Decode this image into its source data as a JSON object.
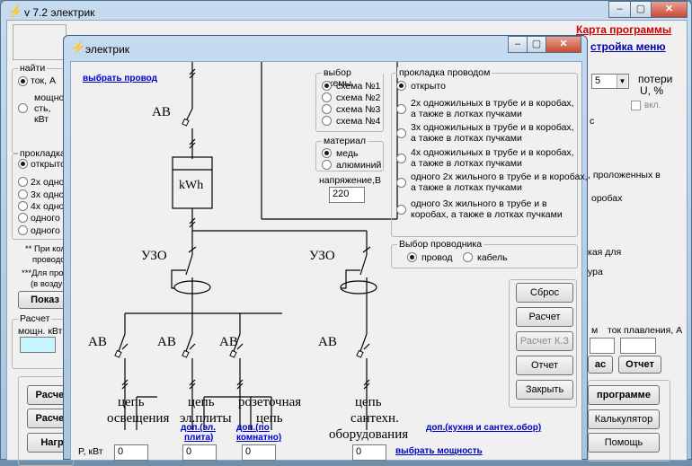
{
  "main": {
    "title": "v 7.2 электрик",
    "menu_link_1": "Карта программы",
    "menu_link_2": "стройка меню",
    "calc_group_label": "найти",
    "calc_radio_1": "ток, А",
    "calc_radio_2a": "мощно",
    "calc_radio_2b": "сть,",
    "calc_radio_2c": "кВт",
    "laying_group_label": "прокладка",
    "laying_items": [
      "открыто",
      "2х одно",
      "3х одно",
      "4х одно",
      "одного 2",
      "одного 3"
    ],
    "note_1a": "** При кол",
    "note_1b": "проводо",
    "note_2a": "***Для пров",
    "note_2b": "(в возду",
    "show_btn": "Показ",
    "raschet_label": "Расчет",
    "power_label": "мощн. кВт",
    "left_btn_1": "Расчет",
    "left_btn_2": "Расчет",
    "left_btn_3": "Нагр",
    "combo_value": "5",
    "loss_label_1": "потери",
    "loss_label_2": "U, %",
    "vkl_label": "вкл.",
    "right_text_1": "с",
    "right_text_2": ", проложенных в",
    "right_text_3": "оробах",
    "right_text_4": "кая для",
    "right_text_5": "ура",
    "fuse_label_1": "м",
    "fuse_label_2": "ток плавления, А",
    "right_btn_c": "ас",
    "right_btn_otchet": "Отчет",
    "right_btn_program": "программе",
    "right_btn_calc": "Калькулятор",
    "right_btn_help": "Помощь"
  },
  "dialog": {
    "title": "электрик",
    "select_wire_link": "выбрать провод",
    "scheme_group_label": "выбор схемы",
    "schemes": [
      "схема №1",
      "схема №2",
      "схема №3",
      "схема №4"
    ],
    "material_group_label": "материал",
    "materials": [
      "медь",
      "алюминий"
    ],
    "voltage_label": "напряжение,В",
    "voltage_value": "220",
    "laying_group_label": "прокладка проводом",
    "laying_options": [
      [
        "открыто"
      ],
      [
        "2х одножильных в трубе и в коробах,",
        "а также в лотках пучками"
      ],
      [
        "3х одножильных в трубе и в коробах,",
        "а также в лотках пучками"
      ],
      [
        "4х одножильных в трубе и в коробах,",
        "а также в лотках пучками"
      ],
      [
        "одного 2х жильного в трубе и в коробах,",
        "а также в лотках пучками"
      ],
      [
        "одного 3х жильного в трубе и в",
        "коробах, а также в лотках пучками"
      ]
    ],
    "conductor_group_label": "Выбор проводника",
    "conductor_wire": "провод",
    "conductor_cable": "кабель",
    "btn_reset": "Сброс",
    "btn_calc": "Расчет",
    "btn_calc_kz": "Расчет К.З",
    "btn_report": "Отчет",
    "btn_close": "Закрыть",
    "label_av_top": "АВ",
    "label_kwh": "kWh",
    "label_uzo_1": "УЗО",
    "label_uzo_2": "УЗО",
    "label_av_1": "АВ",
    "label_av_2": "АВ",
    "label_av_3": "АВ",
    "label_av_4": "АВ",
    "circuit_1a": "цепь",
    "circuit_1b": "освещения",
    "circuit_2a": "цепь",
    "circuit_2b": "эл.плиты",
    "circuit_3a": "розеточная",
    "circuit_3b": "цепь",
    "circuit_4a": "цепь",
    "circuit_4b": "сантехн.",
    "circuit_4c": "оборудования",
    "link_dop_plita_1": "доп.(эл.",
    "link_dop_plita_2": "плита)",
    "link_dop_room_1": "доп.(по",
    "link_dop_room_2": "комнатно)",
    "link_dop_kitchen": "доп.(кухня и сантех.обор)",
    "power_label": "P, кВт",
    "power_values": [
      "0",
      "0",
      "0",
      "0"
    ],
    "select_power_link": "выбрать мощность"
  }
}
